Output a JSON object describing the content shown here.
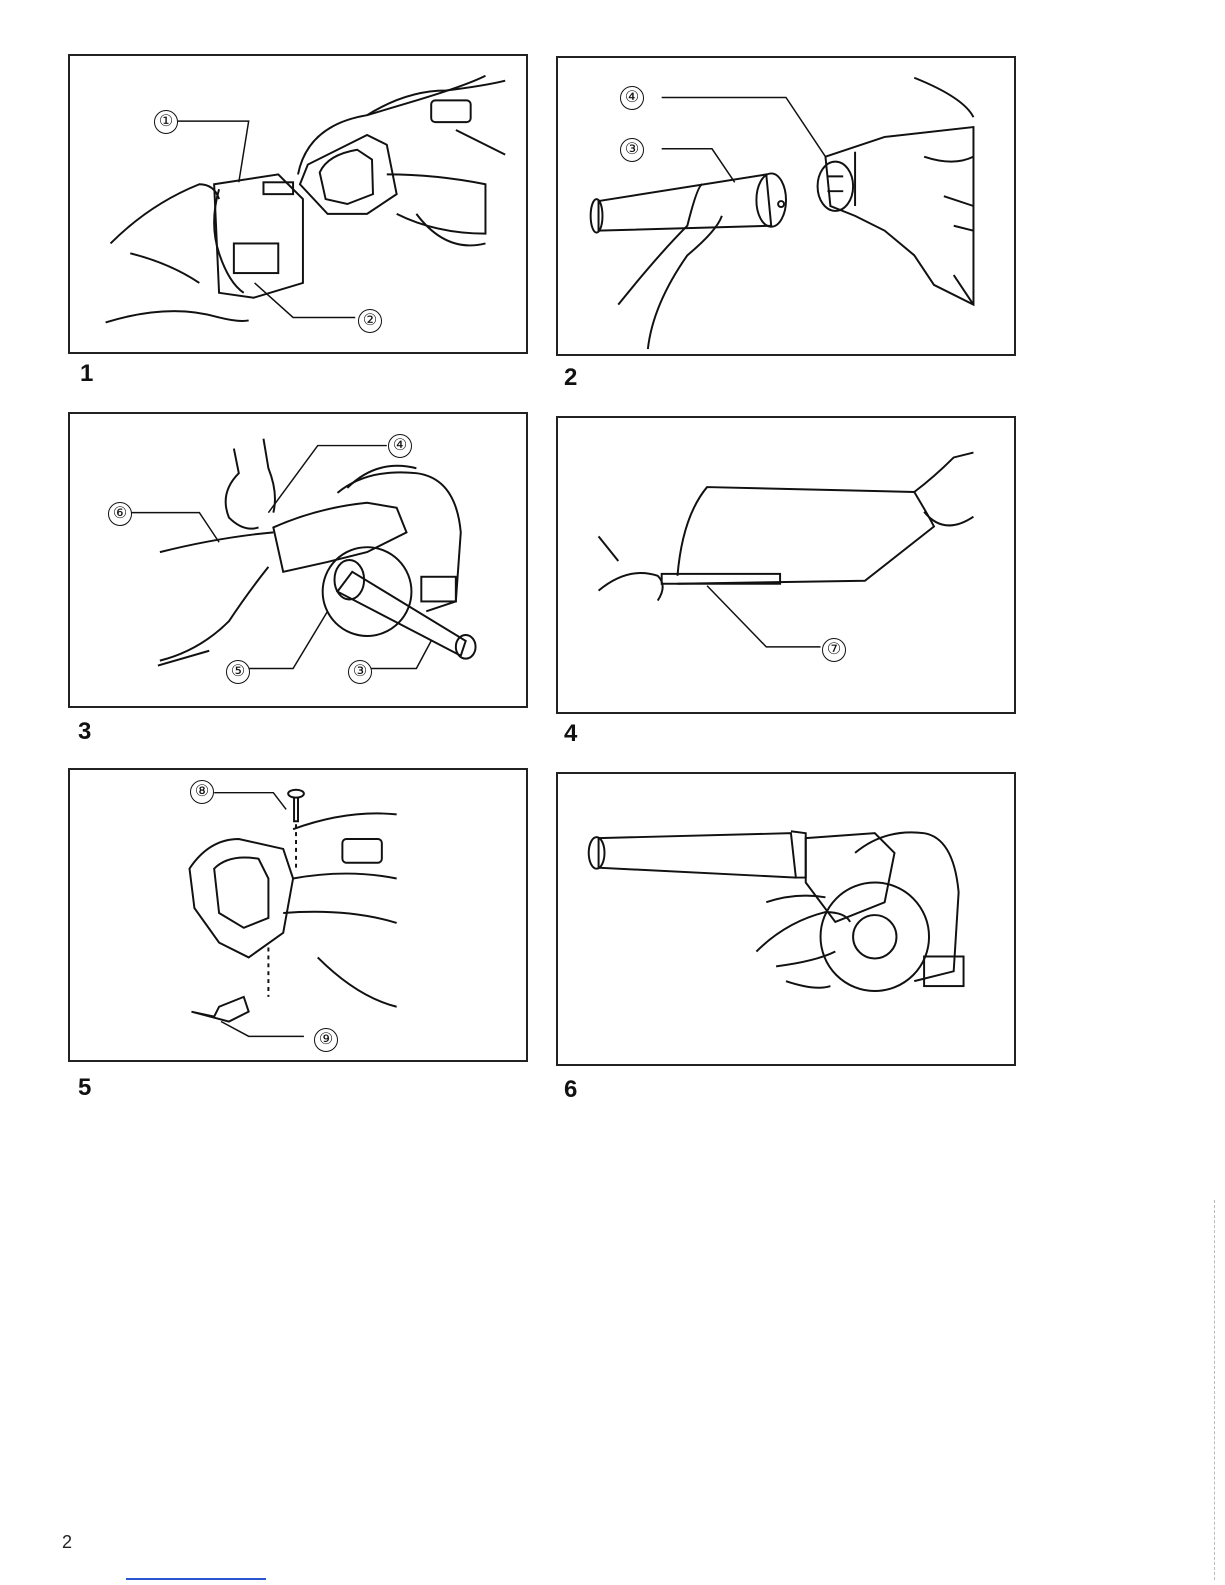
{
  "figures": [
    {
      "number": "1",
      "callouts": [
        "①",
        "②"
      ]
    },
    {
      "number": "2",
      "callouts": [
        "④",
        "③"
      ]
    },
    {
      "number": "3",
      "callouts": [
        "④",
        "⑥",
        "⑤",
        "③"
      ]
    },
    {
      "number": "4",
      "callouts": [
        "⑦"
      ]
    },
    {
      "number": "5",
      "callouts": [
        "⑧",
        "⑨"
      ]
    },
    {
      "number": "6",
      "callouts": []
    }
  ],
  "page_number": "2"
}
